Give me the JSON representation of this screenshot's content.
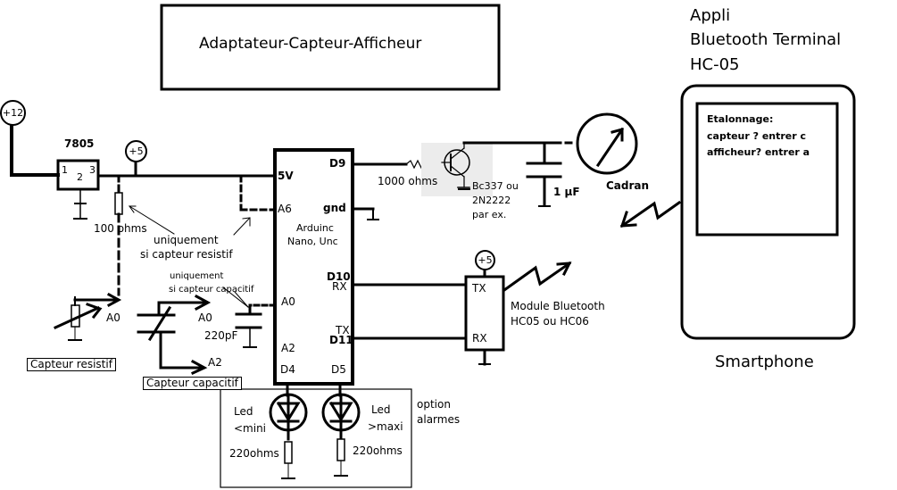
{
  "title": "Adaptateur-Capteur-Afficheur",
  "supplies": {
    "v12": "+12",
    "v5_main": "+5",
    "v5_bt": "+5"
  },
  "regulator": {
    "name": "7805",
    "pins": [
      "1",
      "2",
      "3"
    ]
  },
  "resistor_100": "100 ohms",
  "notes": {
    "resistive_only_1": "uniquement",
    "resistive_only_2": "si capteur resistif",
    "capacitive_only_1": "uniquement",
    "capacitive_only_2": "si capteur capacitif"
  },
  "arduino": {
    "name_1": "Arduinc",
    "name_2": "Nano, Unc",
    "pins": {
      "v5": "5V",
      "a6": "A6",
      "a0": "A0",
      "a2": "A2",
      "d4": "D4",
      "d9": "D9",
      "gnd": "gnd",
      "d10": "D10",
      "rx": "RX",
      "tx": "TX",
      "d11": "D11",
      "d5": "D5"
    }
  },
  "resistor_1000": "1000 ohms",
  "transistor": {
    "line1": "Bc337 ou",
    "line2": "2N2222",
    "line3": "par ex."
  },
  "capacitor_1uf": "1 µF",
  "dial": "Cadran",
  "sensors": {
    "resistive_label": "Capteur resistif",
    "resistive_out": "A0",
    "capacitive_label": "Capteur  capacitif",
    "capacitive_out_a0": "A0",
    "capacitive_out_a2": "A2",
    "cap_220pf": "220pF"
  },
  "bluetooth": {
    "tx": "TX",
    "rx": "RX",
    "label_1": "Module Bluetooth",
    "label_2": "HC05 ou HC06"
  },
  "leds": {
    "min_1": "Led",
    "min_2": "<mini",
    "max_1": "Led",
    "max_2": ">maxi",
    "res_min": "220ohms",
    "res_max": "220ohms",
    "option_1": "option",
    "option_2": "alarmes"
  },
  "smartphone": {
    "app_1": "Appli",
    "app_2": "Bluetooth Terminal",
    "app_3": "HC-05",
    "screen_1": "Etalonnage:",
    "screen_2": "capteur ?  entrer c",
    "screen_3": "afficheur? entrer a",
    "label": "Smartphone"
  }
}
